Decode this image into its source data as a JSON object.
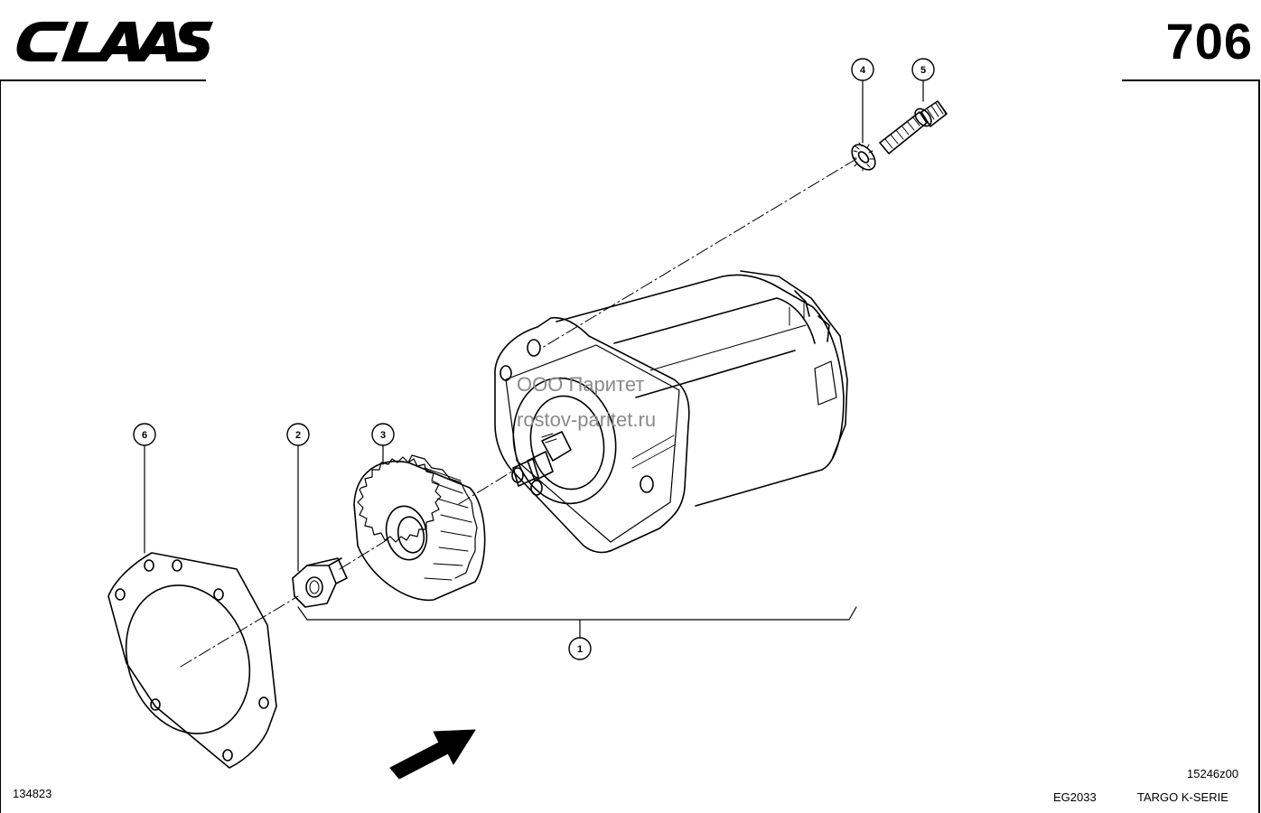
{
  "header": {
    "brand": "CLAAS",
    "page_number": "706"
  },
  "diagram": {
    "callouts": [
      "1",
      "2",
      "3",
      "4",
      "5",
      "6"
    ],
    "watermark": {
      "line1": "ООО Паритет",
      "line2": "rostov-paritet.ru"
    }
  },
  "footer": {
    "document_number": "134823",
    "group_code": "EG2033",
    "series": "TARGO K-SERIE",
    "figure_ref": "15246z00"
  }
}
